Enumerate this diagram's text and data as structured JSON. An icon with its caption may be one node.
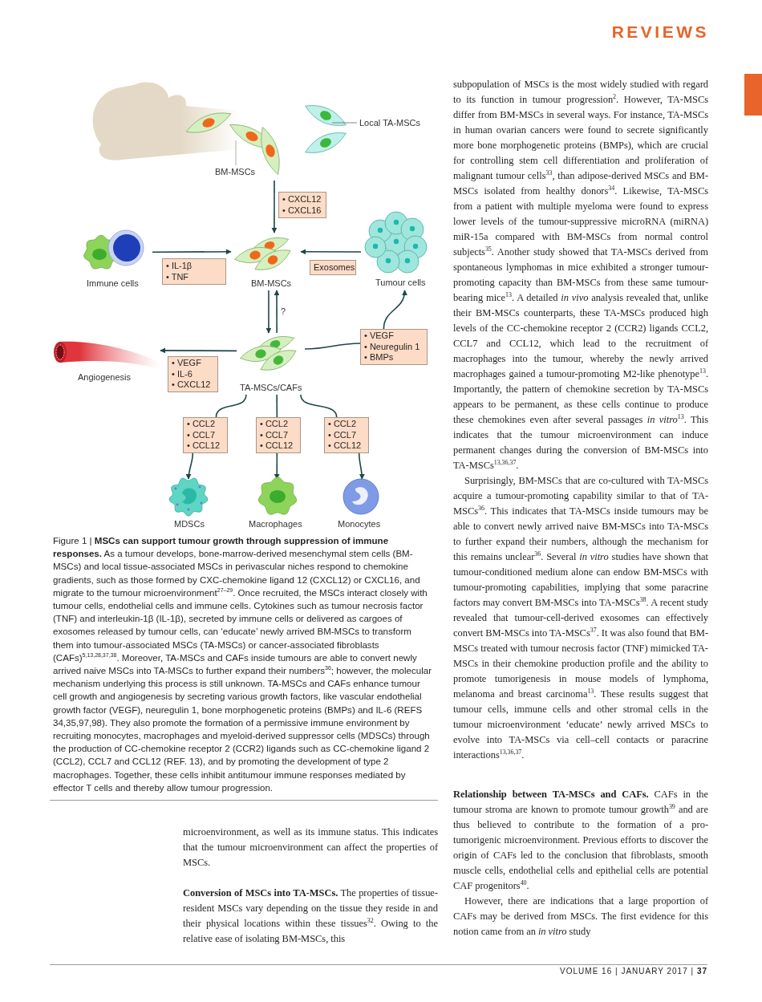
{
  "diagram": {
    "caption": "Figure 1 | **MSCs can support tumour growth through suppression of immune responses.** As a tumour develops, bone-marrow-derived mesenchymal stem cells (BM-MSCs) and local tissue-associated MSCs in perivascular niches respond to chemokine gradients, such as those formed by CXC-chemokine ligand 12 (CXCL12) or CXCL16, and migrate to the tumour microenvironment$^{27–29}$. Once recruited, the MSCs interact closely with tumour cells, endothelial cells and immune cells. Cytokines such as tumour necrosis factor (TNF) and interleukin-1β (IL-1β), secreted by immune cells or delivered as cargoes of exosomes released by tumour cells, can ‘educate’ newly arrived BM-MSCs to transform them into tumour-associated MSCs (TA-MSCs) or cancer-associated fibroblasts (CAFs)$^{5,13,28,37,38}$. Moreover, TA-MSCs and CAFs inside tumours are able to convert newly arrived naive MSCs into TA-MSCs to further expand their numbers$^{36}$; however, the molecular mechanism underlying this process is still unknown. TA-MSCs and CAFs enhance tumour cell growth and angiogenesis by secreting various growth factors, like vascular endothelial growth factor (VEGF), neuregulin 1, bone morphogenetic proteins (BMPs) and IL-6 (REFS 34,35,97,98). They also promote the formation of a permissive immune environment by recruiting monocytes, macrophages and myeloid-derived suppressor cells (MDSCs) through the production of CC-chemokine receptor 2 (CCR2) ligands such as CC-chemokine ligand 2 (CCL2), CCL7 and CCL12 (REF. 13), and by promoting the development of type 2 macrophages. Together, these cells inhibit antitumour immune responses mediated by effector T cells and thereby allow tumour progression.",
    "nodes": [
      {
        "text": [
          "BM-MSCs"
        ]
      },
      {
        "text": [
          "Local TA-MSCs"
        ]
      },
      {
        "text": [
          "• CXCL12",
          "• CXCL16"
        ]
      },
      {
        "text": [
          "Immune cells"
        ]
      },
      {
        "text": [
          "• IL-1β",
          "• TNF"
        ]
      },
      {
        "text": [
          "BM-MSCs"
        ]
      },
      {
        "text": [
          "Exosomes"
        ]
      },
      {
        "text": [
          "Tumour cells"
        ]
      },
      {
        "text": [
          "Angiogenesis"
        ]
      },
      {
        "text": [
          "• VEGF",
          "• IL-6",
          "• CXCL12"
        ]
      },
      {
        "text": [
          "TA-MSCs/CAFs"
        ]
      },
      {
        "text": [
          "• VEGF",
          "• Neuregulin 1",
          "• BMPs"
        ]
      },
      {
        "text": [
          "• CCL2",
          "• CCL7",
          "• CCL12"
        ]
      },
      {
        "text": [
          "• CCL2",
          "• CCL7",
          "• CCL12"
        ]
      },
      {
        "text": [
          "• CCL2",
          "• CCL7",
          "• CCL12"
        ]
      },
      {
        "text": [
          "MDSCs"
        ]
      },
      {
        "text": [
          "Macrophages"
        ]
      },
      {
        "text": [
          "Monocytes"
        ]
      }
    ],
    "edges": [
      {
        "from": 0,
        "to": 5,
        "arrow": "to"
      },
      {
        "from": 3,
        "to": 5,
        "arrow": "to"
      },
      {
        "from": 7,
        "to": 5,
        "arrow": "to"
      },
      {
        "from": 5,
        "to": 10,
        "arrow": "to"
      },
      {
        "from": 10,
        "to": 5,
        "arrow": "to",
        "label": "?"
      },
      {
        "from": 10,
        "to": 8,
        "arrow": "to"
      },
      {
        "from": 10,
        "to": 11,
        "arrow": "none"
      },
      {
        "from": 11,
        "to": 7,
        "arrow": "to"
      },
      {
        "from": 10,
        "to": 12,
        "arrow": "none"
      },
      {
        "from": 10,
        "to": 13,
        "arrow": "none"
      },
      {
        "from": 10,
        "to": 14,
        "arrow": "none"
      },
      {
        "from": 12,
        "to": 15,
        "arrow": "to"
      },
      {
        "from": 13,
        "to": 16,
        "arrow": "to"
      },
      {
        "from": 14,
        "to": 17,
        "arrow": "to"
      }
    ],
    "labels": [
      "REVIEWS",
      "subpopulation of MSCs is the most widely studied with regard to its function in tumour progression$^{2}$. However, TA-MSCs differ from BM-MSCs in several ways. For instance, TA-MSCs in human ovarian cancers were found to secrete significantly more bone morphogenetic proteins (BMPs), which are crucial for controlling stem cell differentiation and proliferation of malignant tumour cells$^{33}$, than adipose-derived MSCs and BM-MSCs isolated from healthy donors$^{34}$. Likewise, TA-MSCs from a patient with multiple myeloma were found to express lower levels of the tumour-suppressive microRNA (miRNA) miR-15a compared with BM-MSCs from normal control subjects$^{35}$. Another study showed that TA-MSCs derived from spontaneous lymphomas in mice exhibited a stronger tumour-promoting capacity than BM-MSCs from these same tumour-bearing mice$^{13}$. A detailed *in vivo* analysis revealed that, unlike their BM-MSCs counterparts, these TA-MSCs produced high levels of the CC-chemokine receptor 2 (CCR2) ligands CCL2, CCL7 and CCL12, which lead to the recruitment of macrophages into the tumour, whereby the newly arrived macrophages gained a tumour-promoting M2-like phenotype$^{13}$. Importantly, the pattern of chemokine secretion by TA-MSCs appears to be permanent, as these cells continue to produce these chemokines even after several passages *in vitro*$^{13}$. This indicates that the tumour microenvironment can induce permanent changes during the conversion of BM-MSCs into TA-MSCs$^{13,36,37}$.",
      "Surprisingly, BM-MSCs that are co-cultured with TA-MSCs acquire a tumour-promoting capability similar to that of TA-MSCs$^{36}$. This indicates that TA-MSCs inside tumours may be able to convert newly arrived naive BM-MSCs into TA-MSCs to further expand their numbers, although the mechanism for this remains unclear$^{36}$. Several *in vitro* studies have shown that tumour-conditioned medium alone can endow BM-MSCs with tumour-promoting capabilities, implying that some paracrine factors may convert BM-MSCs into TA-MSCs$^{38}$. A recent study revealed that tumour-cell-derived exosomes can effectively convert BM-MSCs into TA-MSCs$^{37}$. It was also found that BM-MSCs treated with tumour necrosis factor (TNF) mimicked TA-MSCs in their chemokine production profile and the ability to promote tumorigenesis in mouse models of lymphoma, melanoma and breast carcinoma$^{13}$. These results suggest that tumour cells, immune cells and other stromal cells in the tumour microenvironment ‘educate’ newly arrived MSCs to evolve into TA-MSCs via cell–cell contacts or paracrine interactions$^{13,36,37}$.",
      "microenvironment, as well as its immune status. This indicates that the tumour microenvironment can affect the properties of MSCs.",
      "**Conversion of MSCs into TA-MSCs.** The properties of tissue-resident MSCs vary depending on the tissue they reside in and their physical locations within these tissues$^{32}$. Owing to the relative ease of isolating BM-MSCs, this",
      "**Relationship between TA-MSCs and CAFs.** CAFs in the tumour stroma are known to promote tumour growth$^{39}$ and are thus believed to contribute to the formation of a pro-tumorigenic microenvironment. Previous efforts to discover the origin of CAFs led to the conclusion that fibroblasts, smooth muscle cells, endothelial cells and epithelial cells are potential CAF progenitors$^{40}$.",
      "However, there are indications that a large proportion of CAFs may be derived from MSCs. The first evidence for this notion came from an *in vitro* study",
      "VOLUME 16 | JANUARY 2017 | **37**"
    ]
  }
}
